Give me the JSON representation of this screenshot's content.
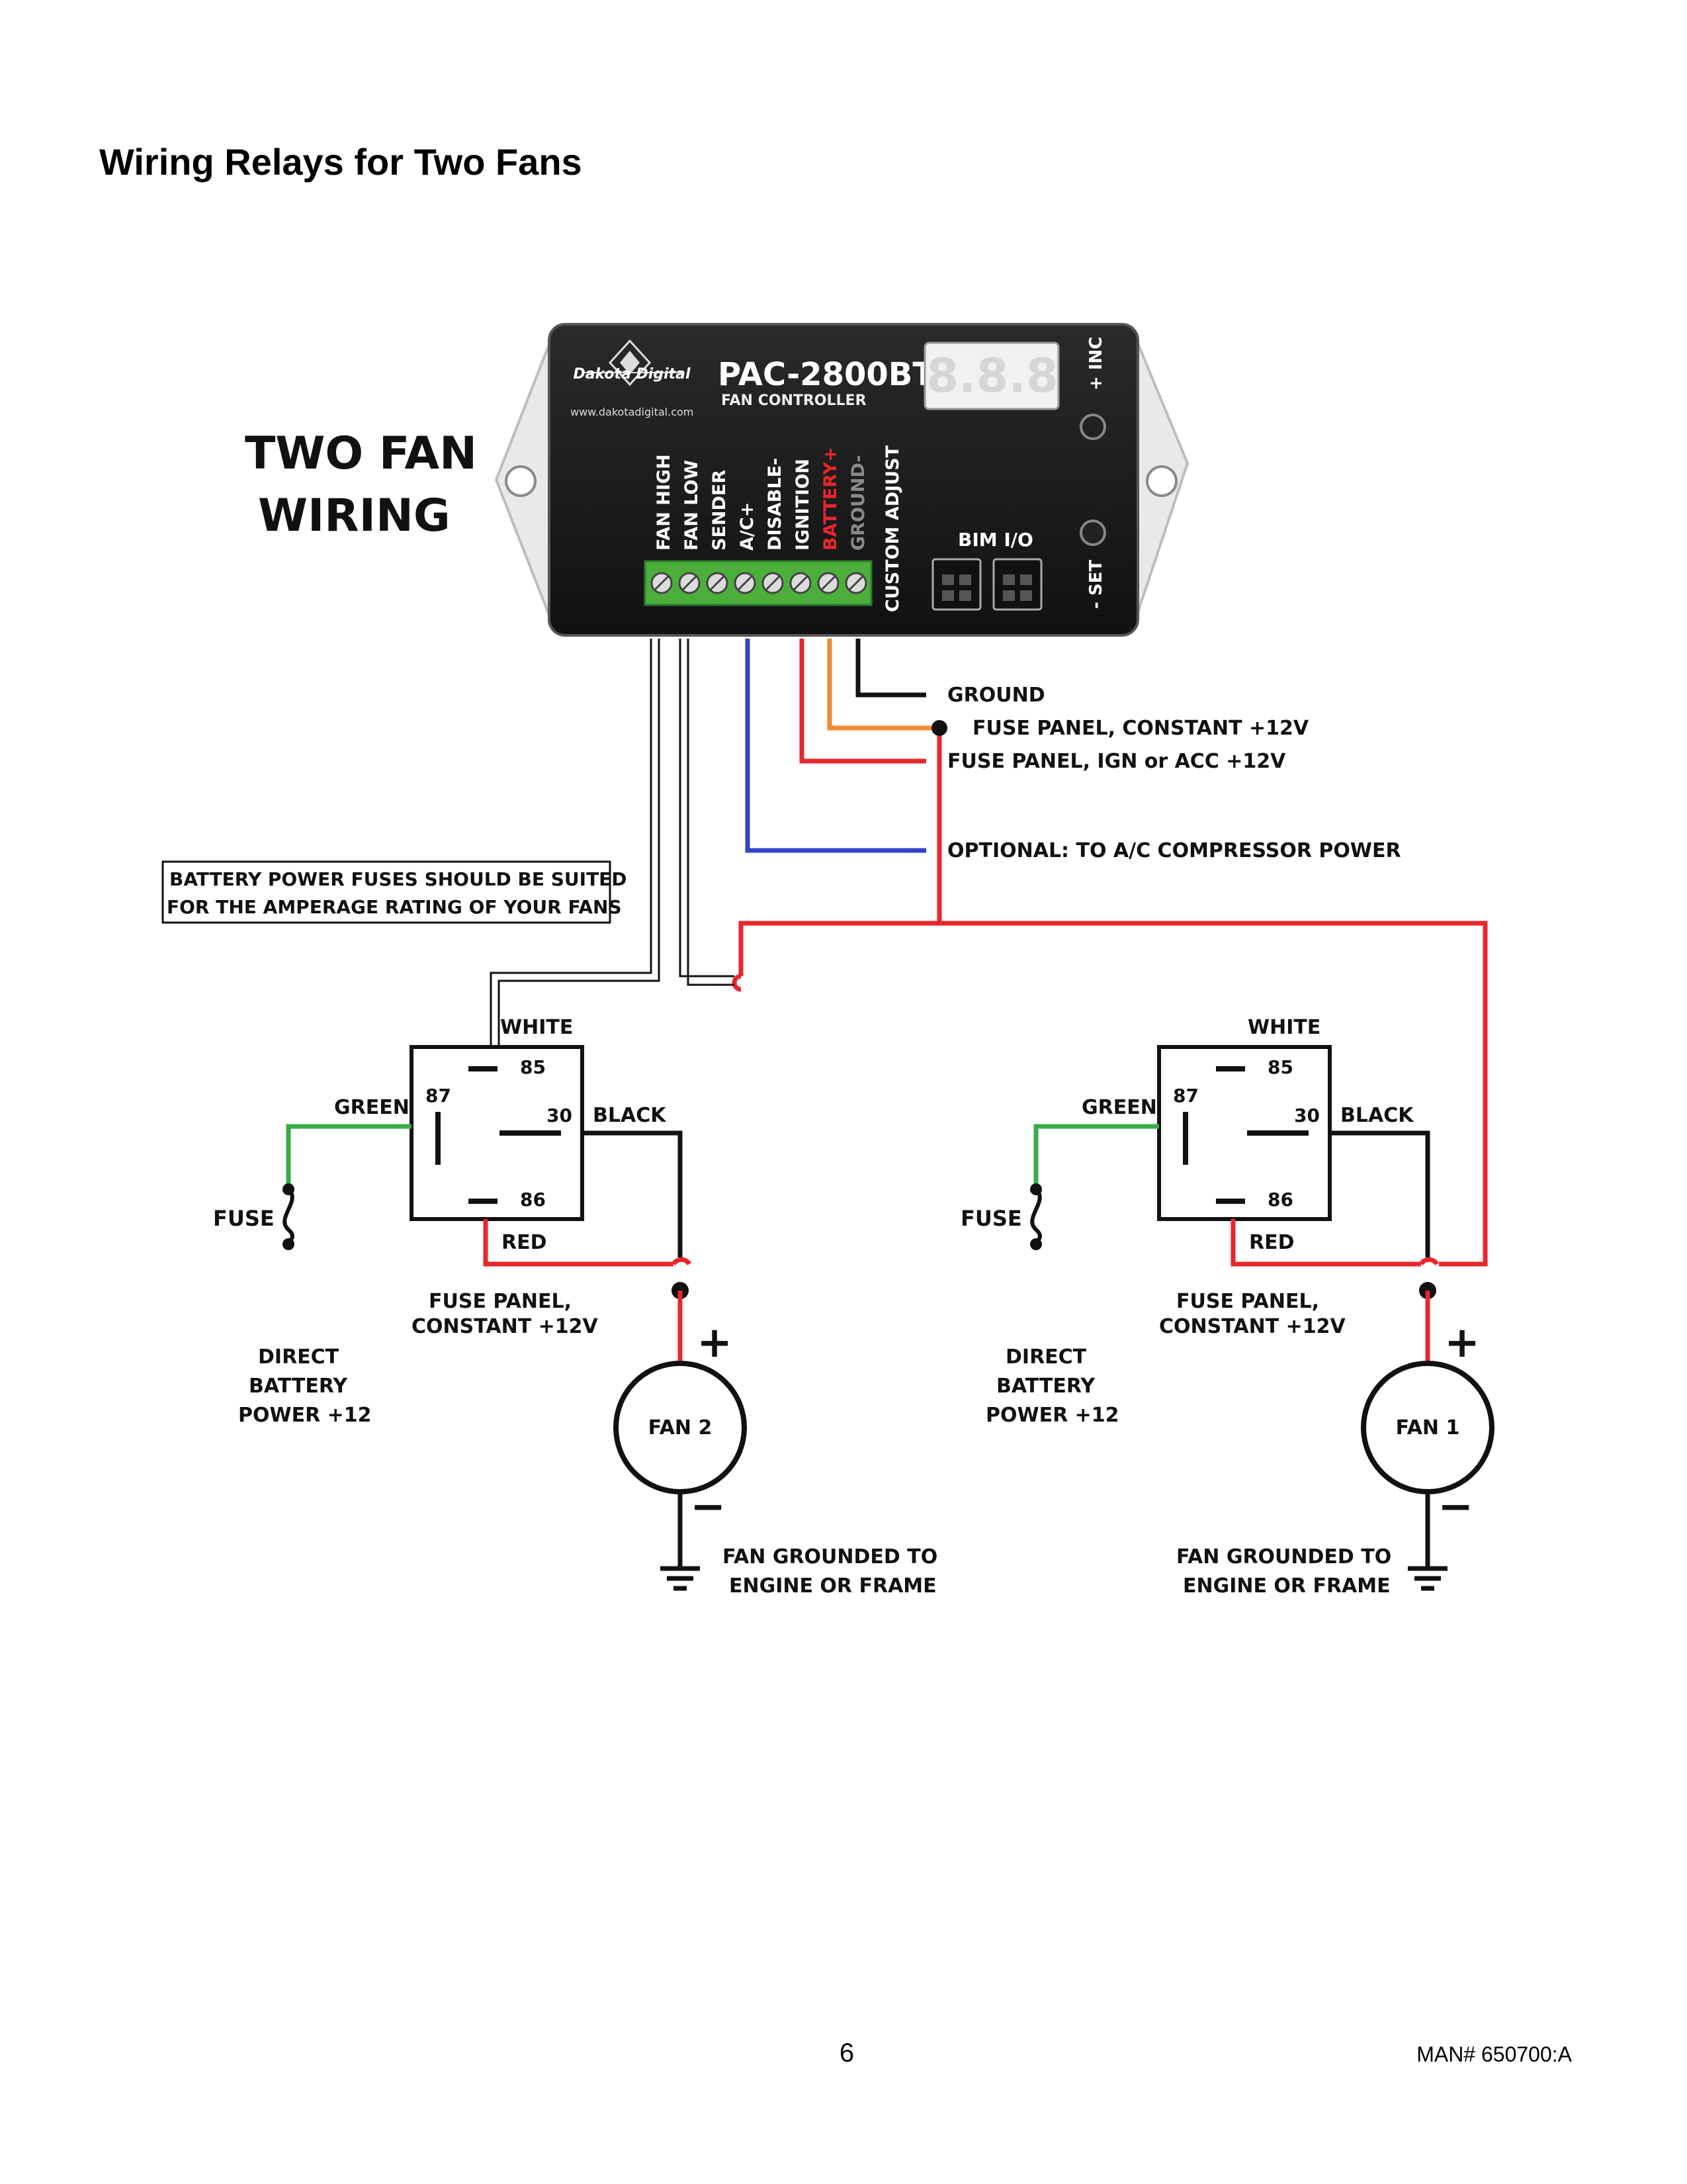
{
  "page": {
    "title": "Wiring Relays for Two Fans",
    "page_number": "6",
    "doc_id": "MAN# 650700:A"
  },
  "diagram": {
    "heading": [
      "TWO FAN",
      "WIRING"
    ],
    "controller": {
      "brand": "Dakota Digital",
      "url": "www.dakotadigital.com",
      "model": "PAC-2800BT",
      "subtitle": "FAN CONTROLLER",
      "display": "8.8.8",
      "inc_label": "+ INC",
      "set_label": "- SET",
      "bim_label": "BIM I/O",
      "custom_adjust": "CUSTOM ADJUST",
      "terminals": [
        {
          "label": "FAN HIGH",
          "color": "#ffffff"
        },
        {
          "label": "FAN LOW",
          "color": "#ffffff"
        },
        {
          "label": "SENDER",
          "color": "#ffffff"
        },
        {
          "label": "A/C+",
          "color": "#ffffff"
        },
        {
          "label": "DISABLE-",
          "color": "#ffffff"
        },
        {
          "label": "IGNITION",
          "color": "#ffffff"
        },
        {
          "label": "BATTERY+",
          "color": "#e8262d"
        },
        {
          "label": "GROUND-",
          "color": "#8a8a8a"
        }
      ]
    },
    "connections": {
      "ground": "GROUND",
      "constant": "FUSE PANEL, CONSTANT +12V",
      "ignition": "FUSE PANEL, IGN or ACC +12V",
      "optional": "OPTIONAL: TO A/C COMPRESSOR POWER"
    },
    "note": [
      "BATTERY POWER FUSES SHOULD BE SUITED",
      "FOR THE AMPERAGE RATING OF YOUR FANS"
    ],
    "relays": [
      {
        "white": "WHITE",
        "green": "GREEN",
        "black": "BLACK",
        "red": "RED",
        "pins": {
          "p85": "85",
          "p87": "87",
          "p30": "30",
          "p86": "86"
        },
        "fuse": "FUSE",
        "direct": [
          "DIRECT",
          "BATTERY",
          "POWER +12"
        ],
        "fuse_panel": [
          "FUSE PANEL,",
          "CONSTANT +12V"
        ],
        "fan": "FAN 2",
        "plus": "+",
        "minus": "−",
        "ground_note": [
          "FAN GROUNDED TO",
          "ENGINE OR FRAME"
        ]
      },
      {
        "white": "WHITE",
        "green": "GREEN",
        "black": "BLACK",
        "red": "RED",
        "pins": {
          "p85": "85",
          "p87": "87",
          "p30": "30",
          "p86": "86"
        },
        "fuse": "FUSE",
        "direct": [
          "DIRECT",
          "BATTERY",
          "POWER +12"
        ],
        "fuse_panel": [
          "FUSE PANEL,",
          "CONSTANT +12V"
        ],
        "fan": "FAN 1",
        "plus": "+",
        "minus": "−",
        "ground_note": [
          "FAN GROUNDED TO",
          "ENGINE OR FRAME"
        ]
      }
    ],
    "colors": {
      "red_wire": "#e8262d",
      "blue_wire": "#3344c4",
      "orange_wire": "#f28a30",
      "green_wire": "#3aaa48",
      "terminal_block": "#4caf3c",
      "controller_body": "#1c1c1c"
    }
  }
}
